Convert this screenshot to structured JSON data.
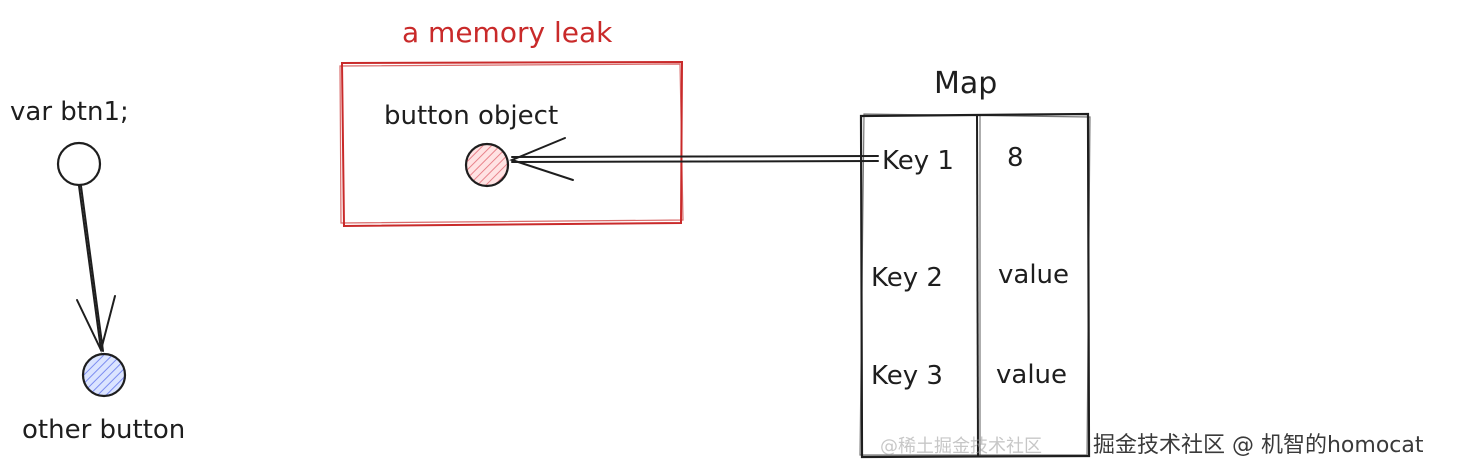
{
  "colors": {
    "ink": "#1e1e1e",
    "leak_red": "#c92a2a",
    "button_object_fill": "#ffc9c9",
    "other_button_fill": "#a5b4fc",
    "watermark": "#9a9a9a"
  },
  "variable": {
    "label": "var btn1;",
    "target_label": "other button"
  },
  "leak_box": {
    "title": "a memory leak",
    "object_label": "button object"
  },
  "map": {
    "title": "Map",
    "rows": [
      {
        "key": "Key 1",
        "value": "8"
      },
      {
        "key": "Key 2",
        "value": "value"
      },
      {
        "key": "Key 3",
        "value": "value"
      }
    ]
  },
  "watermark": {
    "faded": "@稀土掘金技术社区",
    "strong": "掘金技术社区 @ 机智的homocat"
  }
}
